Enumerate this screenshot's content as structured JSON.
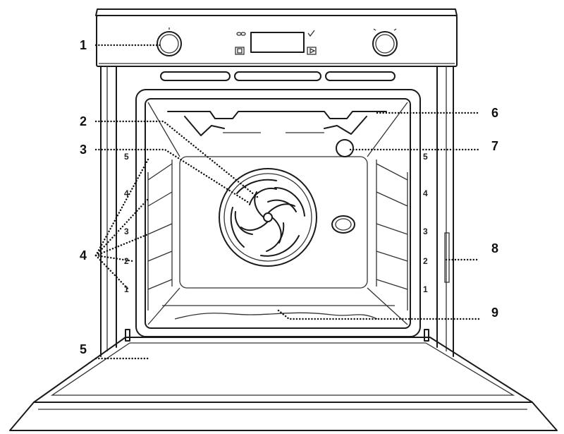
{
  "callouts": {
    "c1": "1",
    "c2": "2",
    "c3": "3",
    "c4": "4",
    "c5": "5",
    "c6": "6",
    "c7": "7",
    "c8": "8",
    "c9": "9"
  },
  "rack_levels": {
    "left": [
      "5",
      "4",
      "3",
      "2",
      "1"
    ],
    "right": [
      "5",
      "4",
      "3",
      "2",
      "1"
    ]
  }
}
